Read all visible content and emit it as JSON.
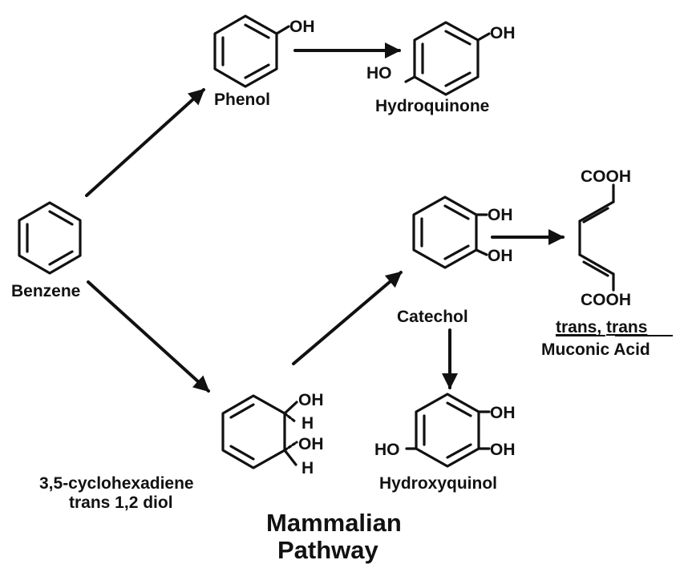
{
  "title": {
    "line1": "Mammalian",
    "line2": "Pathway"
  },
  "compounds": {
    "benzene": {
      "name": "Benzene"
    },
    "phenol": {
      "name": "Phenol",
      "group": "OH"
    },
    "hydroquinone": {
      "name": "Hydroquinone",
      "group_top": "OH",
      "group_left": "HO"
    },
    "catechol": {
      "name": "Catechol",
      "group_1": "OH",
      "group_2": "OH"
    },
    "muconic_acid": {
      "name_line1": "trans, trans",
      "name_part1": "trans,",
      "name_part2": "trans",
      "name_line2": "Muconic Acid",
      "group_top": "COOH",
      "group_bottom": "COOH"
    },
    "diol": {
      "name_line1": "3,5-cyclohexadiene",
      "name_line2": "trans 1,2 diol",
      "oh_1": "OH",
      "h_1": "H",
      "oh_2": "OH",
      "h_2": "H"
    },
    "hydroxyquinol": {
      "name": "Hydroxyquinol",
      "oh_1": "OH",
      "oh_2": "OH",
      "ho": "HO"
    }
  },
  "colors": {
    "ink": "#111111",
    "background": "#ffffff"
  }
}
